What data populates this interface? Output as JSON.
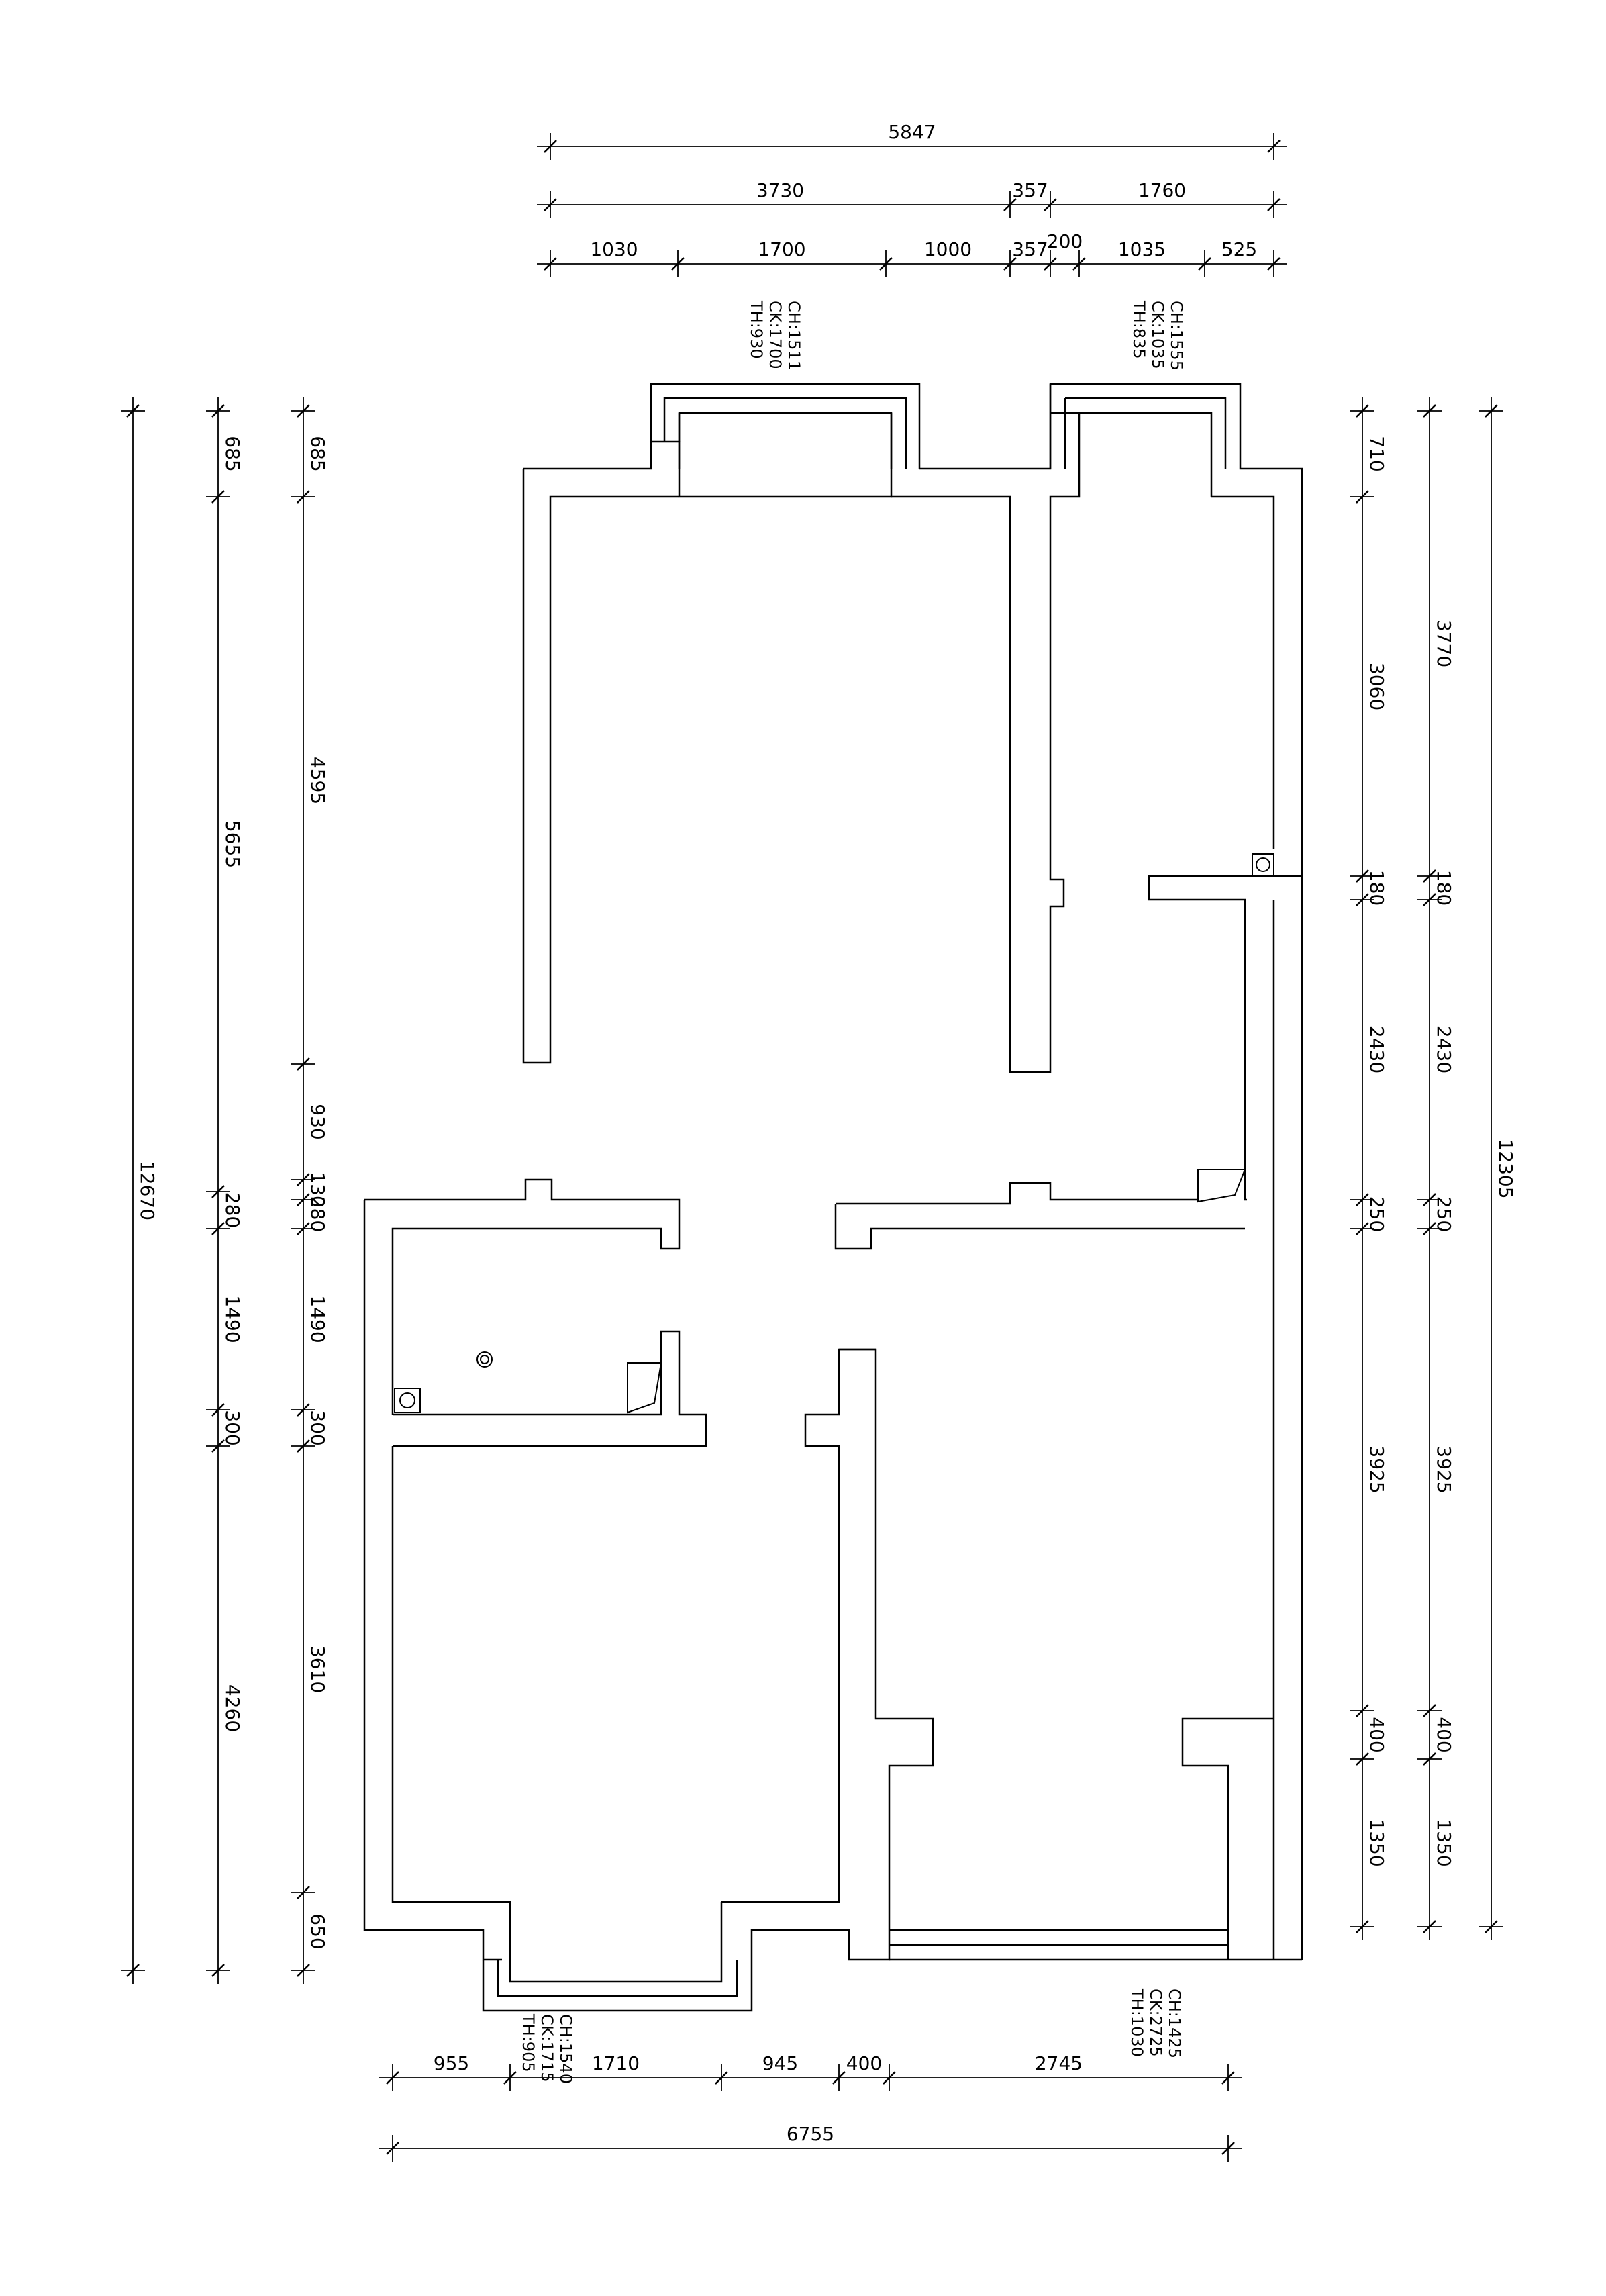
{
  "dimensions": {
    "top_overall": [
      "5847"
    ],
    "top_middle": [
      "3730",
      "357",
      "1760"
    ],
    "top_detail": [
      "1030",
      "1700",
      "1000",
      "357",
      "200",
      "1035",
      "525"
    ],
    "bottom_detail": [
      "955",
      "1710",
      "945",
      "400",
      "2745"
    ],
    "bottom_overall": [
      "6755"
    ],
    "left_outer": [
      "12670"
    ],
    "left_middle": [
      "685",
      "5655",
      "280",
      "1490",
      "300",
      "4260"
    ],
    "left_inner": [
      "685",
      "4595",
      "930",
      "130",
      "280",
      "1490",
      "300",
      "3610",
      "650"
    ],
    "right_inner": [
      "710",
      "3060",
      "180",
      "2430",
      "250",
      "3925",
      "400",
      "1350"
    ],
    "right_middle": [
      "3770",
      "180",
      "2430",
      "250",
      "3925",
      "400",
      "1350"
    ],
    "right_outer": [
      "12305"
    ]
  },
  "window_notes": {
    "top_left": [
      "CH:1511",
      "CK:1700",
      "TH:930"
    ],
    "top_right": [
      "CH:1555",
      "CK:1035",
      "TH:835"
    ],
    "bottom_left": [
      "CH:1540",
      "CK:1715",
      "TH:905"
    ],
    "bottom_right": [
      "CH:1425",
      "CK:2725",
      "TH:1030"
    ]
  },
  "colors": {
    "line": "#000000",
    "background": "#ffffff"
  }
}
